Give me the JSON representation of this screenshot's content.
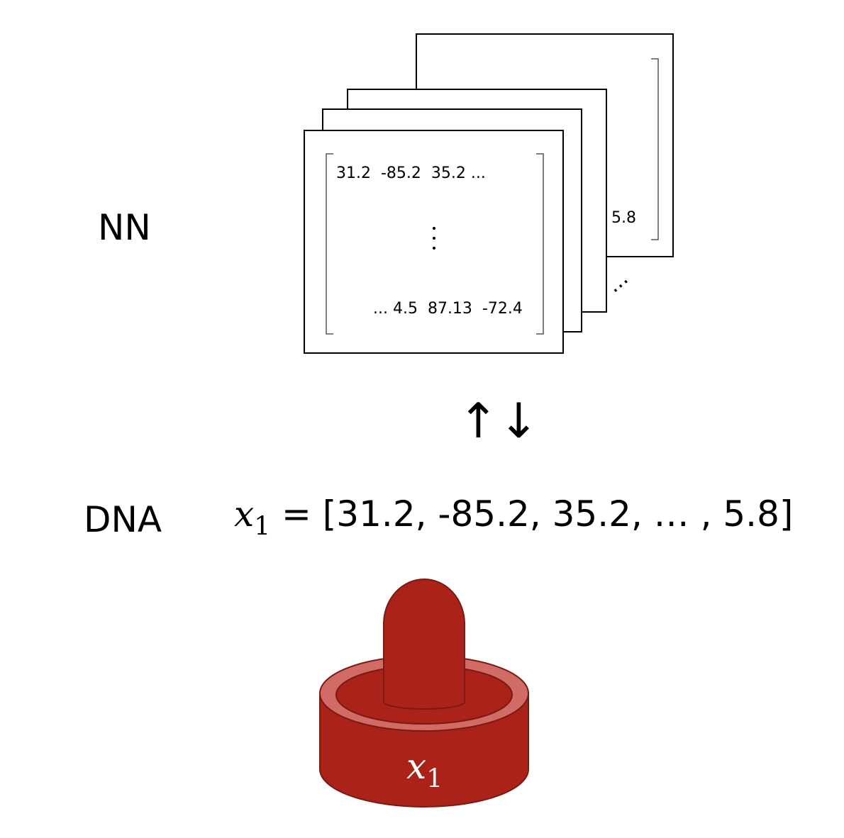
{
  "labels": {
    "nn": "NN",
    "dna": "DNA"
  },
  "matrix": {
    "first_row": "31.2  -85.2  35.2 ...",
    "last_row": "... 4.5  87.13  -72.4",
    "back_last_value": "5.8",
    "stack_continuation": "..."
  },
  "arrow": {
    "symbol": "↑↓"
  },
  "equation": {
    "variable": "x",
    "subscript": "1",
    "rhs": " = [31.2, -85.2, 35.2, … , 5.8]"
  },
  "piece": {
    "variable": "x",
    "subscript": "1",
    "body_color": "#ab2219",
    "rim_color": "#d06b66",
    "outline_color": "#7a1a12"
  }
}
